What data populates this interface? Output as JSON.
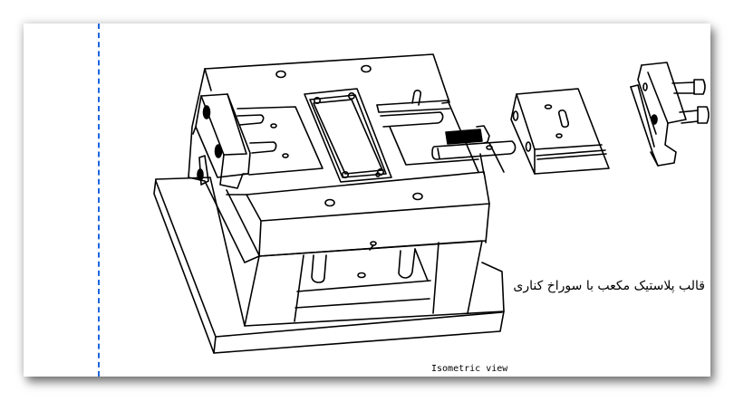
{
  "page": {
    "background": "#ffffff",
    "margin_line_color": "#1a66e0"
  },
  "drawing": {
    "subject": "plastic-injection-mold-assembly",
    "view": "isometric",
    "components": [
      "base-plate",
      "mold-body",
      "cavity-insert",
      "left-side-core-block",
      "right-slide-block",
      "far-right-clamp-block",
      "guide-pins",
      "threaded-bolt"
    ]
  },
  "caption": {
    "text": "قالب پلاستیک مکعب با سوراخ کناری"
  },
  "labels": {
    "view_label": "Isometric view",
    "view_label_2": ""
  }
}
